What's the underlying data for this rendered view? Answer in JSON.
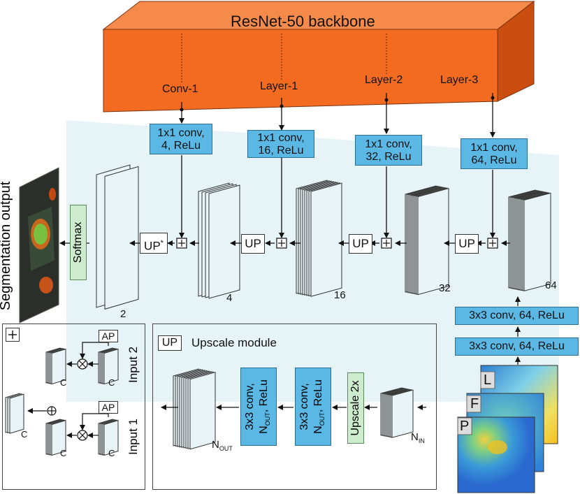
{
  "backbone": {
    "title": "ResNet-50 backbone",
    "color": "#f26b21",
    "taps": [
      "Conv-1",
      "Layer-1",
      "Layer-2",
      "Layer-3"
    ]
  },
  "lateral_convs": [
    {
      "line1": "1x1 conv,",
      "line2": "4, ReLu"
    },
    {
      "line1": "1x1 conv,",
      "line2": "16, ReLu"
    },
    {
      "line1": "1x1 conv,",
      "line2": "32, ReLu"
    },
    {
      "line1": "1x1 conv,",
      "line2": "64, ReLu"
    }
  ],
  "stage_channels": [
    "2",
    "4",
    "16",
    "32",
    "64"
  ],
  "up_label": "UP",
  "up_star": "*",
  "softmax": "Softmax",
  "segmentation_output": "Segmentation output",
  "input_convs": [
    "3x3 conv, 64, ReLu",
    "3x3 conv, 64, ReLu"
  ],
  "input_layers": [
    "L",
    "F",
    "P"
  ],
  "add_module": {
    "ap": "AP",
    "input1": "Input 1",
    "input2": "Input 2",
    "c": "C"
  },
  "upscale_module": {
    "title": "Upscale module",
    "up": "UP",
    "conv1": {
      "line1": "3x3 conv,",
      "line2": "N",
      "sub2": "OUT",
      "line3": ", ReLu"
    },
    "conv2": {
      "line1": "3x3 conv,",
      "line2": "N",
      "sub2": "OUT",
      "line3": ", ReLu"
    },
    "upscale": "Upscale 2x",
    "n_in": "N",
    "n_in_sub": "IN",
    "n_out": "N",
    "n_out_sub": "OUT"
  },
  "colors": {
    "lateral": "#5bb8e4",
    "green": "#cdeccd",
    "band": "#e6f3f7"
  }
}
